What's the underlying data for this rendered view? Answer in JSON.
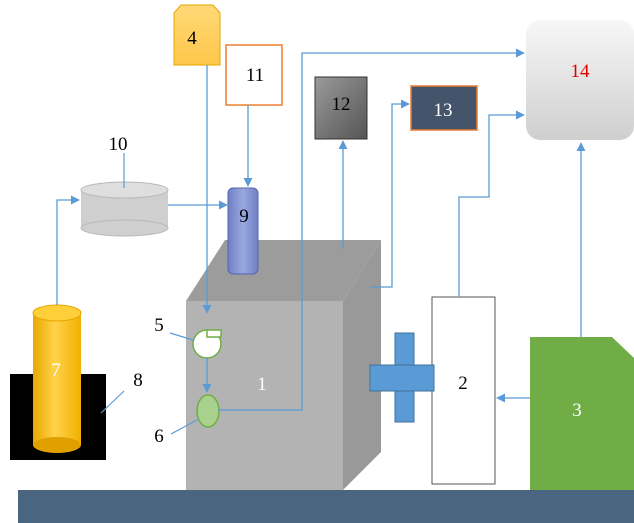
{
  "labels": {
    "n1": "1",
    "n2": "2",
    "n3": "3",
    "n4": "4",
    "n5": "5",
    "n6": "6",
    "n7": "7",
    "n8": "8",
    "n9": "9",
    "n10": "10",
    "n11": "11",
    "n12": "12",
    "n13": "13",
    "n14": "14"
  },
  "colors": {
    "base_bar": "#4a6580",
    "cube_front": "#b3b3b3",
    "cube_side": "#999999",
    "cube_top": "#9c9c9c",
    "arrow": "#5b9bd5",
    "cylinder_gold": "#ffc000",
    "black_block": "#000000",
    "green_box": "#70ad47",
    "dark_box": "#44546a",
    "gray_box": "#6b6b6b",
    "orange_outline": "#ed7d31",
    "blue_module": "#7f8fcf",
    "label_14": "#e00000"
  }
}
